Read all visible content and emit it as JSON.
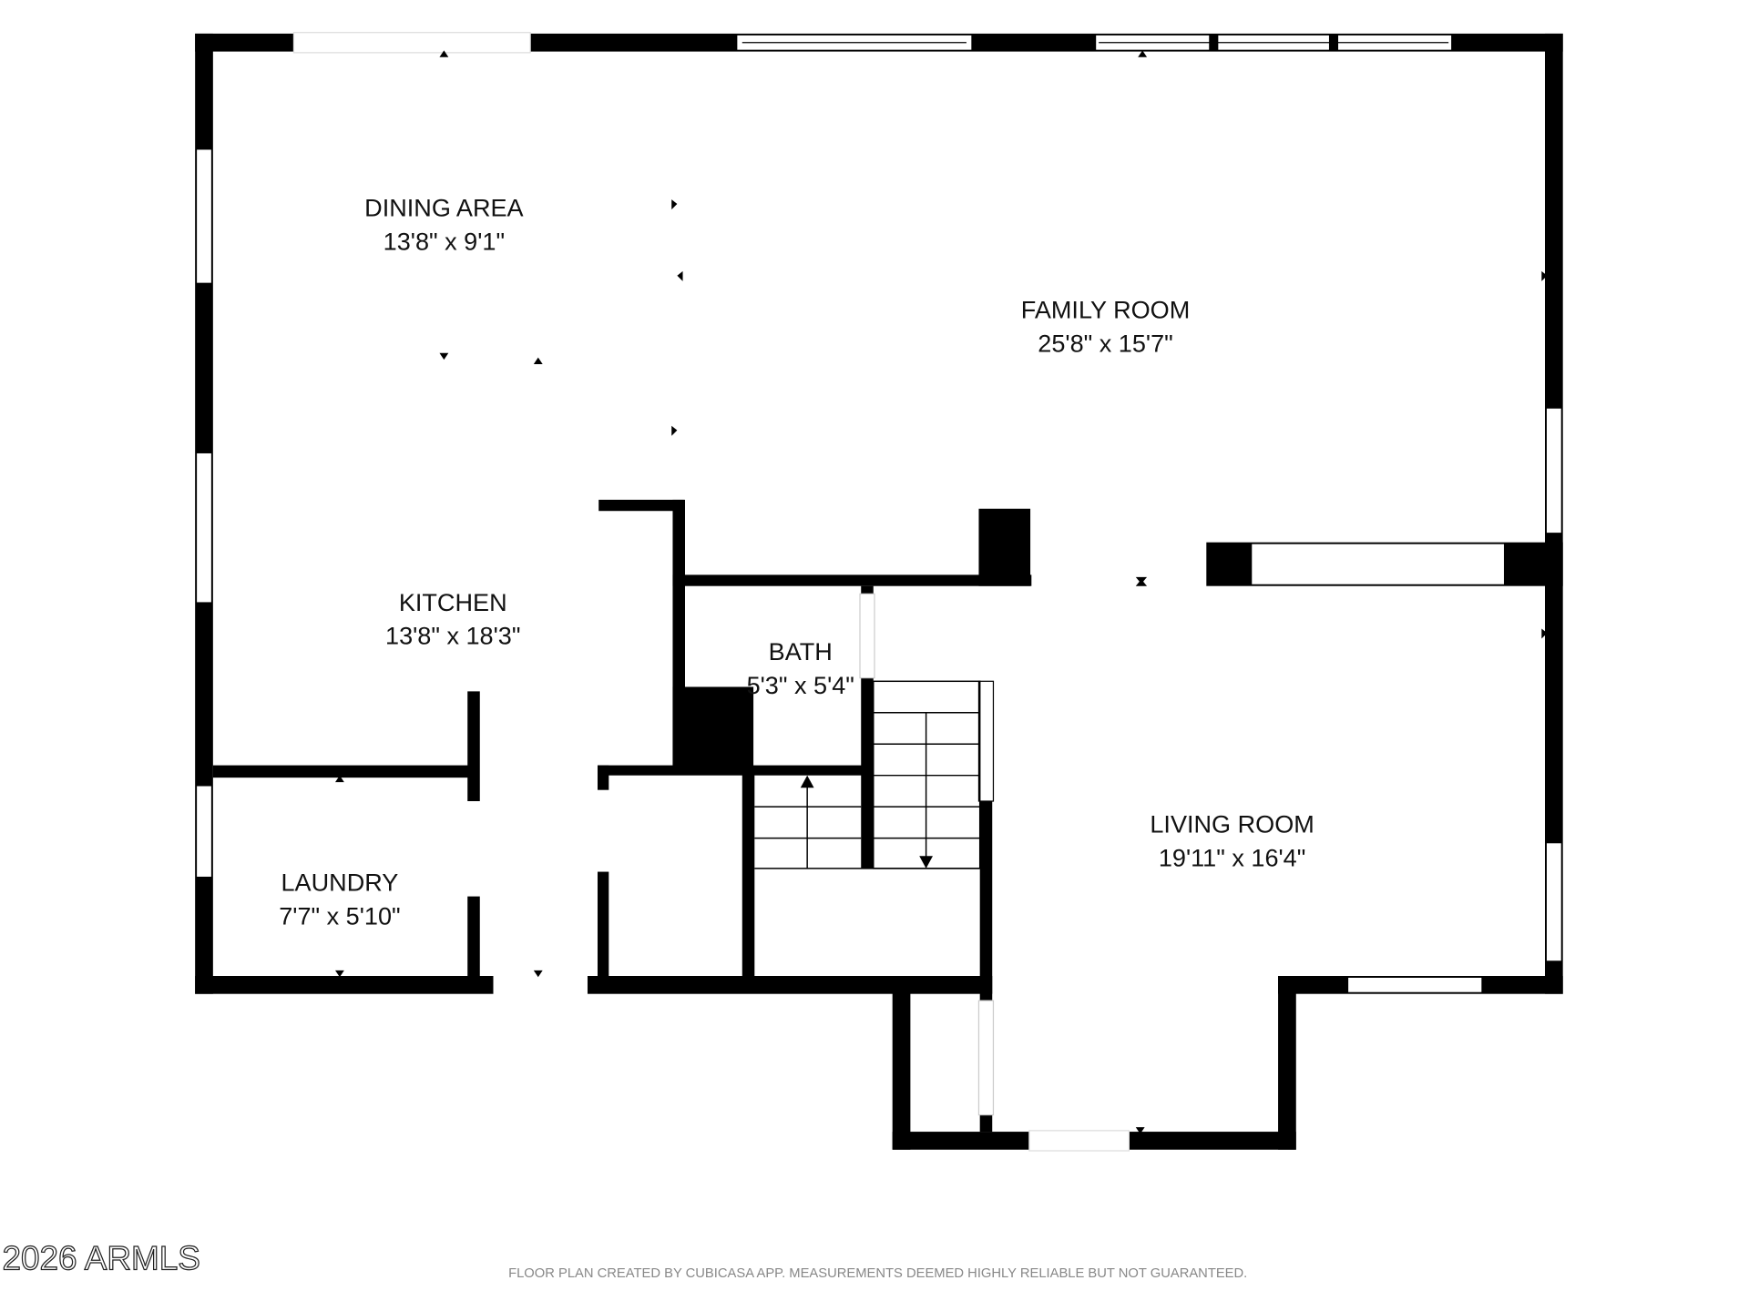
{
  "rooms": {
    "dining": {
      "name": "DINING AREA",
      "size": "13'8\" x 9'1\""
    },
    "family": {
      "name": "FAMILY ROOM",
      "size": "25'8\" x 15'7\""
    },
    "kitchen": {
      "name": "KITCHEN",
      "size": "13'8\" x 18'3\""
    },
    "bath": {
      "name": "BATH",
      "size": "5'3\" x 5'4\""
    },
    "laundry": {
      "name": "LAUNDRY",
      "size": "7'7\" x 5'10\""
    },
    "living": {
      "name": "LIVING ROOM",
      "size": "19'11\" x 16'4\""
    }
  },
  "watermark": "2026 ARMLS",
  "disclaimer": "FLOOR PLAN CREATED BY CUBICASA APP. MEASUREMENTS DEEMED HIGHLY RELIABLE BUT NOT GUARANTEED."
}
